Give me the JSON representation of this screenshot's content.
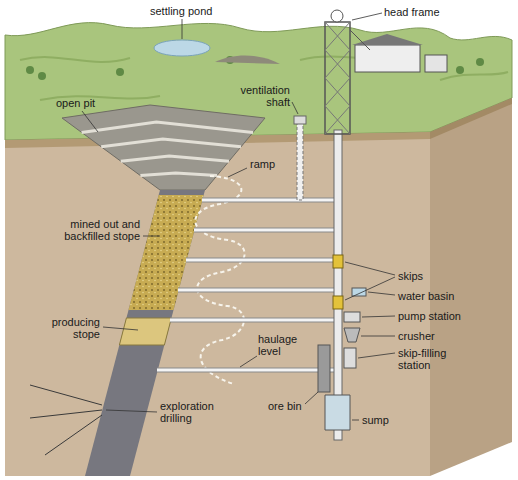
{
  "diagram": {
    "labels": [
      "settling pond",
      "head frame",
      "open pit",
      "ventilation shaft",
      "ramp",
      "mined out and backfilled stope",
      "skips",
      "water basin",
      "producing stope",
      "pump station",
      "haulage level",
      "crusher",
      "skip-filling station",
      "ore bin",
      "sump",
      "exploration drilling"
    ]
  }
}
